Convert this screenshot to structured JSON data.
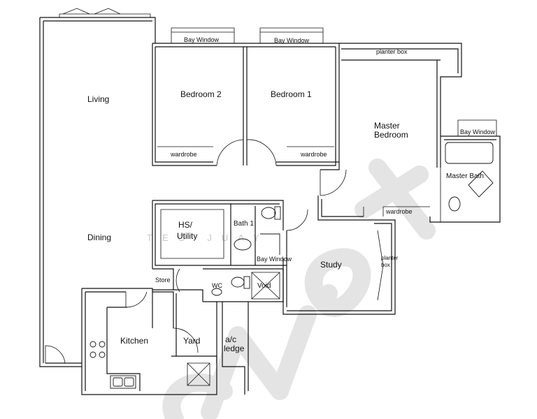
{
  "rooms": {
    "living": "Living",
    "dining": "Dining",
    "bedroom2": "Bedroom 2",
    "bedroom1": "Bedroom 1",
    "master_bedroom_line1": "Master",
    "master_bedroom_line2": "Bedroom",
    "master_bath": "Master  Bath",
    "hs_utility_line1": "HS/",
    "hs_utility_line2": "Utility",
    "bath1": "Bath 1",
    "study": "Study",
    "store": "Store",
    "wc": "WC",
    "void": "Void",
    "kitchen": "Kitchen",
    "yard": "Yard",
    "ac_ledge_line1": "a/c",
    "ac_ledge_line2": "ledge"
  },
  "features": {
    "bay_window_bedroom2": "Bay Window",
    "bay_window_bedroom1": "Bay Window",
    "bay_window_master": "Bay Window",
    "bay_window_bath": "Bay Window",
    "planter_box_top": "planter box",
    "planter_box_study_line1": "planter",
    "planter_box_study_line2": "box",
    "wardrobe_bedroom2": "wardrobe",
    "wardrobe_bedroom1": "wardrobe",
    "wardrobe_master": "wardrobe"
  },
  "watermark": {
    "text": "TEO JUAY",
    "logo_text": "oNeX"
  }
}
